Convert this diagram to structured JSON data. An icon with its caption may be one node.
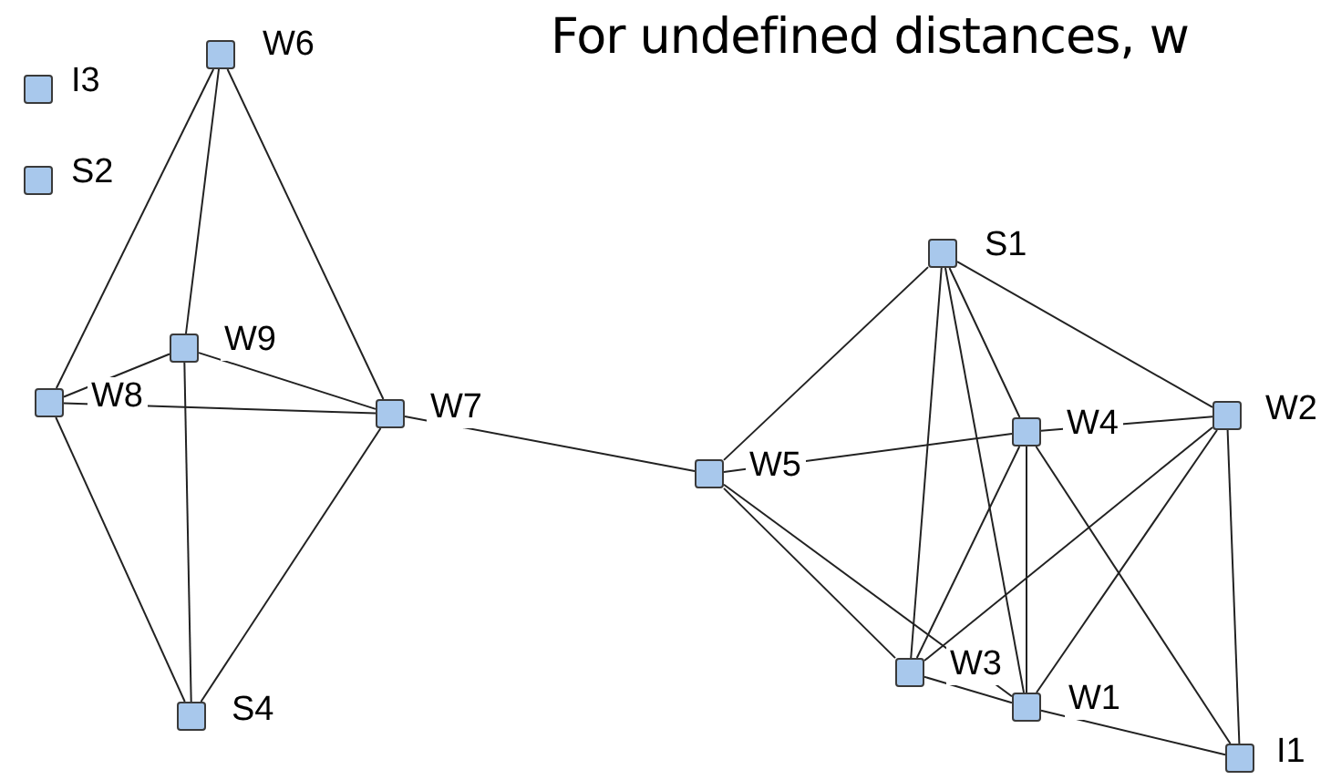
{
  "diagram": {
    "nodes": [
      {
        "text": [],
        "shape": "box",
        "beside": [
          "I3"
        ]
      },
      {
        "text": [],
        "shape": "box",
        "beside": [
          "S2"
        ]
      },
      {
        "text": [],
        "shape": "box",
        "beside": [
          "W6"
        ]
      },
      {
        "text": [],
        "shape": "box",
        "beside": [
          "W9"
        ]
      },
      {
        "text": [],
        "shape": "box",
        "beside": [
          "W8"
        ]
      },
      {
        "text": [],
        "shape": "box",
        "beside": [
          "W7"
        ]
      },
      {
        "text": [],
        "shape": "box",
        "beside": [
          "S4"
        ]
      },
      {
        "text": [],
        "shape": "box",
        "beside": [
          "S1"
        ]
      },
      {
        "text": [],
        "shape": "box",
        "beside": [
          "W5"
        ]
      },
      {
        "text": [],
        "shape": "box",
        "beside": [
          "W4"
        ]
      },
      {
        "text": [],
        "shape": "box",
        "beside": [
          "W2"
        ]
      },
      {
        "text": [],
        "shape": "box",
        "beside": [
          "W3"
        ]
      },
      {
        "text": [],
        "shape": "box",
        "beside": [
          "W1"
        ]
      },
      {
        "text": [],
        "shape": "box",
        "beside": [
          "I1"
        ]
      }
    ],
    "edges": [
      {
        "from": 2,
        "to": 4,
        "arrow": "none"
      },
      {
        "from": 2,
        "to": 3,
        "arrow": "none"
      },
      {
        "from": 2,
        "to": 5,
        "arrow": "none"
      },
      {
        "from": 3,
        "to": 5,
        "arrow": "none"
      },
      {
        "from": 3,
        "to": 6,
        "arrow": "none"
      },
      {
        "from": 4,
        "to": 3,
        "arrow": "none"
      },
      {
        "from": 4,
        "to": 5,
        "arrow": "none"
      },
      {
        "from": 4,
        "to": 6,
        "arrow": "none"
      },
      {
        "from": 5,
        "to": 6,
        "arrow": "none"
      },
      {
        "from": 5,
        "to": 8,
        "arrow": "none"
      },
      {
        "from": 8,
        "to": 7,
        "arrow": "none"
      },
      {
        "from": 8,
        "to": 9,
        "arrow": "none"
      },
      {
        "from": 8,
        "to": 11,
        "arrow": "none"
      },
      {
        "from": 8,
        "to": 12,
        "arrow": "none"
      },
      {
        "from": 7,
        "to": 11,
        "arrow": "none"
      },
      {
        "from": 7,
        "to": 12,
        "arrow": "none"
      },
      {
        "from": 7,
        "to": 9,
        "arrow": "none"
      },
      {
        "from": 7,
        "to": 10,
        "arrow": "none"
      },
      {
        "from": 9,
        "to": 10,
        "arrow": "none"
      },
      {
        "from": 9,
        "to": 11,
        "arrow": "none"
      },
      {
        "from": 9,
        "to": 12,
        "arrow": "none"
      },
      {
        "from": 9,
        "to": 13,
        "arrow": "none"
      },
      {
        "from": 10,
        "to": 11,
        "arrow": "none"
      },
      {
        "from": 10,
        "to": 12,
        "arrow": "none"
      },
      {
        "from": 10,
        "to": 13,
        "arrow": "none"
      },
      {
        "from": 11,
        "to": 12,
        "arrow": "none"
      },
      {
        "from": 12,
        "to": 13,
        "arrow": "none"
      }
    ],
    "labels": [
      "For undefined distances, w"
    ]
  }
}
